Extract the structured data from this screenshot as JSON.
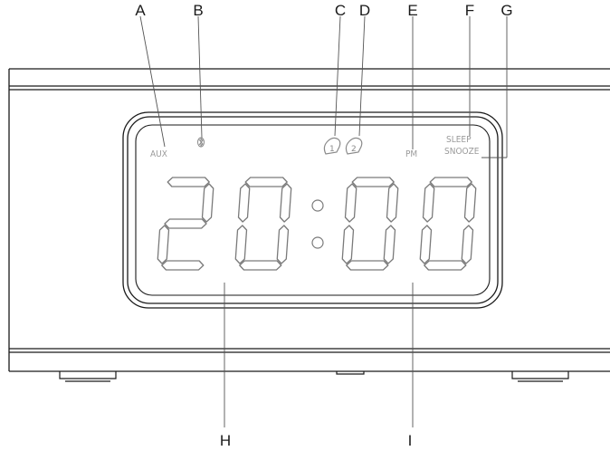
{
  "callouts": {
    "A": "A",
    "B": "B",
    "C": "C",
    "D": "D",
    "E": "E",
    "F": "F",
    "G": "G",
    "H": "H",
    "I": "I"
  },
  "indicators": {
    "aux": "AUX",
    "bluetooth_icon": "bluetooth-icon",
    "alarm1_icon": "alarm-1-icon",
    "alarm2_icon": "alarm-2-icon",
    "pm": "PM",
    "sleep": "SLEEP",
    "snooze": "SNOOZE"
  },
  "display": {
    "digits": [
      "2",
      "0",
      "0",
      "0"
    ],
    "colon": ":"
  },
  "colors": {
    "outline": "#1a1a1a",
    "segment": "#7a7a7a",
    "indicator": "#9a9a9a"
  }
}
